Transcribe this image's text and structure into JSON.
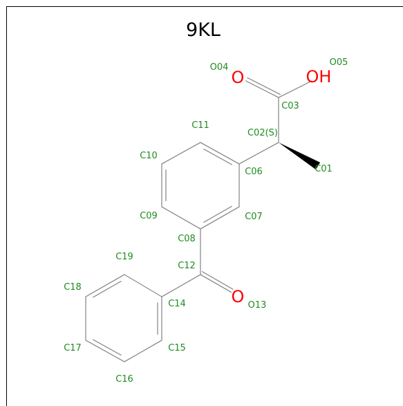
{
  "title": "9KL",
  "colors": {
    "label": "#1e8c1e",
    "oxygen": "#ff0000",
    "bond": "#8c8c8c",
    "frame": "#000000"
  },
  "atoms": [
    {
      "id": "O04",
      "label": "O04",
      "element": "O"
    },
    {
      "id": "O05",
      "label": "O05",
      "element": "OH"
    },
    {
      "id": "C03",
      "label": "C03"
    },
    {
      "id": "C02",
      "label": "C02(S)"
    },
    {
      "id": "C01",
      "label": "C01"
    },
    {
      "id": "C11",
      "label": "C11"
    },
    {
      "id": "C10",
      "label": "C10"
    },
    {
      "id": "C06",
      "label": "C06"
    },
    {
      "id": "C09",
      "label": "C09"
    },
    {
      "id": "C07",
      "label": "C07"
    },
    {
      "id": "C08",
      "label": "C08"
    },
    {
      "id": "C19",
      "label": "C19"
    },
    {
      "id": "C12",
      "label": "C12"
    },
    {
      "id": "C18",
      "label": "C18"
    },
    {
      "id": "C14",
      "label": "C14"
    },
    {
      "id": "O13",
      "label": "O13",
      "element": "O"
    },
    {
      "id": "C17",
      "label": "C17"
    },
    {
      "id": "C15",
      "label": "C15"
    },
    {
      "id": "C16",
      "label": "C16"
    }
  ],
  "bonds": [
    {
      "from": "C03",
      "to": "O04",
      "order": 2
    },
    {
      "from": "C03",
      "to": "O05",
      "order": 1
    },
    {
      "from": "C02",
      "to": "C03",
      "order": 1
    },
    {
      "from": "C02",
      "to": "C01",
      "order": 1,
      "stereo": "wedge"
    },
    {
      "from": "C02",
      "to": "C06",
      "order": 1
    },
    {
      "from": "C06",
      "to": "C11",
      "order": 2
    },
    {
      "from": "C11",
      "to": "C10",
      "order": 1
    },
    {
      "from": "C10",
      "to": "C09",
      "order": 2
    },
    {
      "from": "C09",
      "to": "C08",
      "order": 1
    },
    {
      "from": "C08",
      "to": "C07",
      "order": 2
    },
    {
      "from": "C07",
      "to": "C06",
      "order": 1
    },
    {
      "from": "C08",
      "to": "C12",
      "order": 1
    },
    {
      "from": "C12",
      "to": "O13",
      "order": 2
    },
    {
      "from": "C12",
      "to": "C14",
      "order": 1
    },
    {
      "from": "C14",
      "to": "C15",
      "order": 2
    },
    {
      "from": "C15",
      "to": "C16",
      "order": 1
    },
    {
      "from": "C16",
      "to": "C17",
      "order": 2
    },
    {
      "from": "C17",
      "to": "C18",
      "order": 1
    },
    {
      "from": "C18",
      "to": "C19",
      "order": 2
    },
    {
      "from": "C19",
      "to": "C14",
      "order": 1
    }
  ]
}
